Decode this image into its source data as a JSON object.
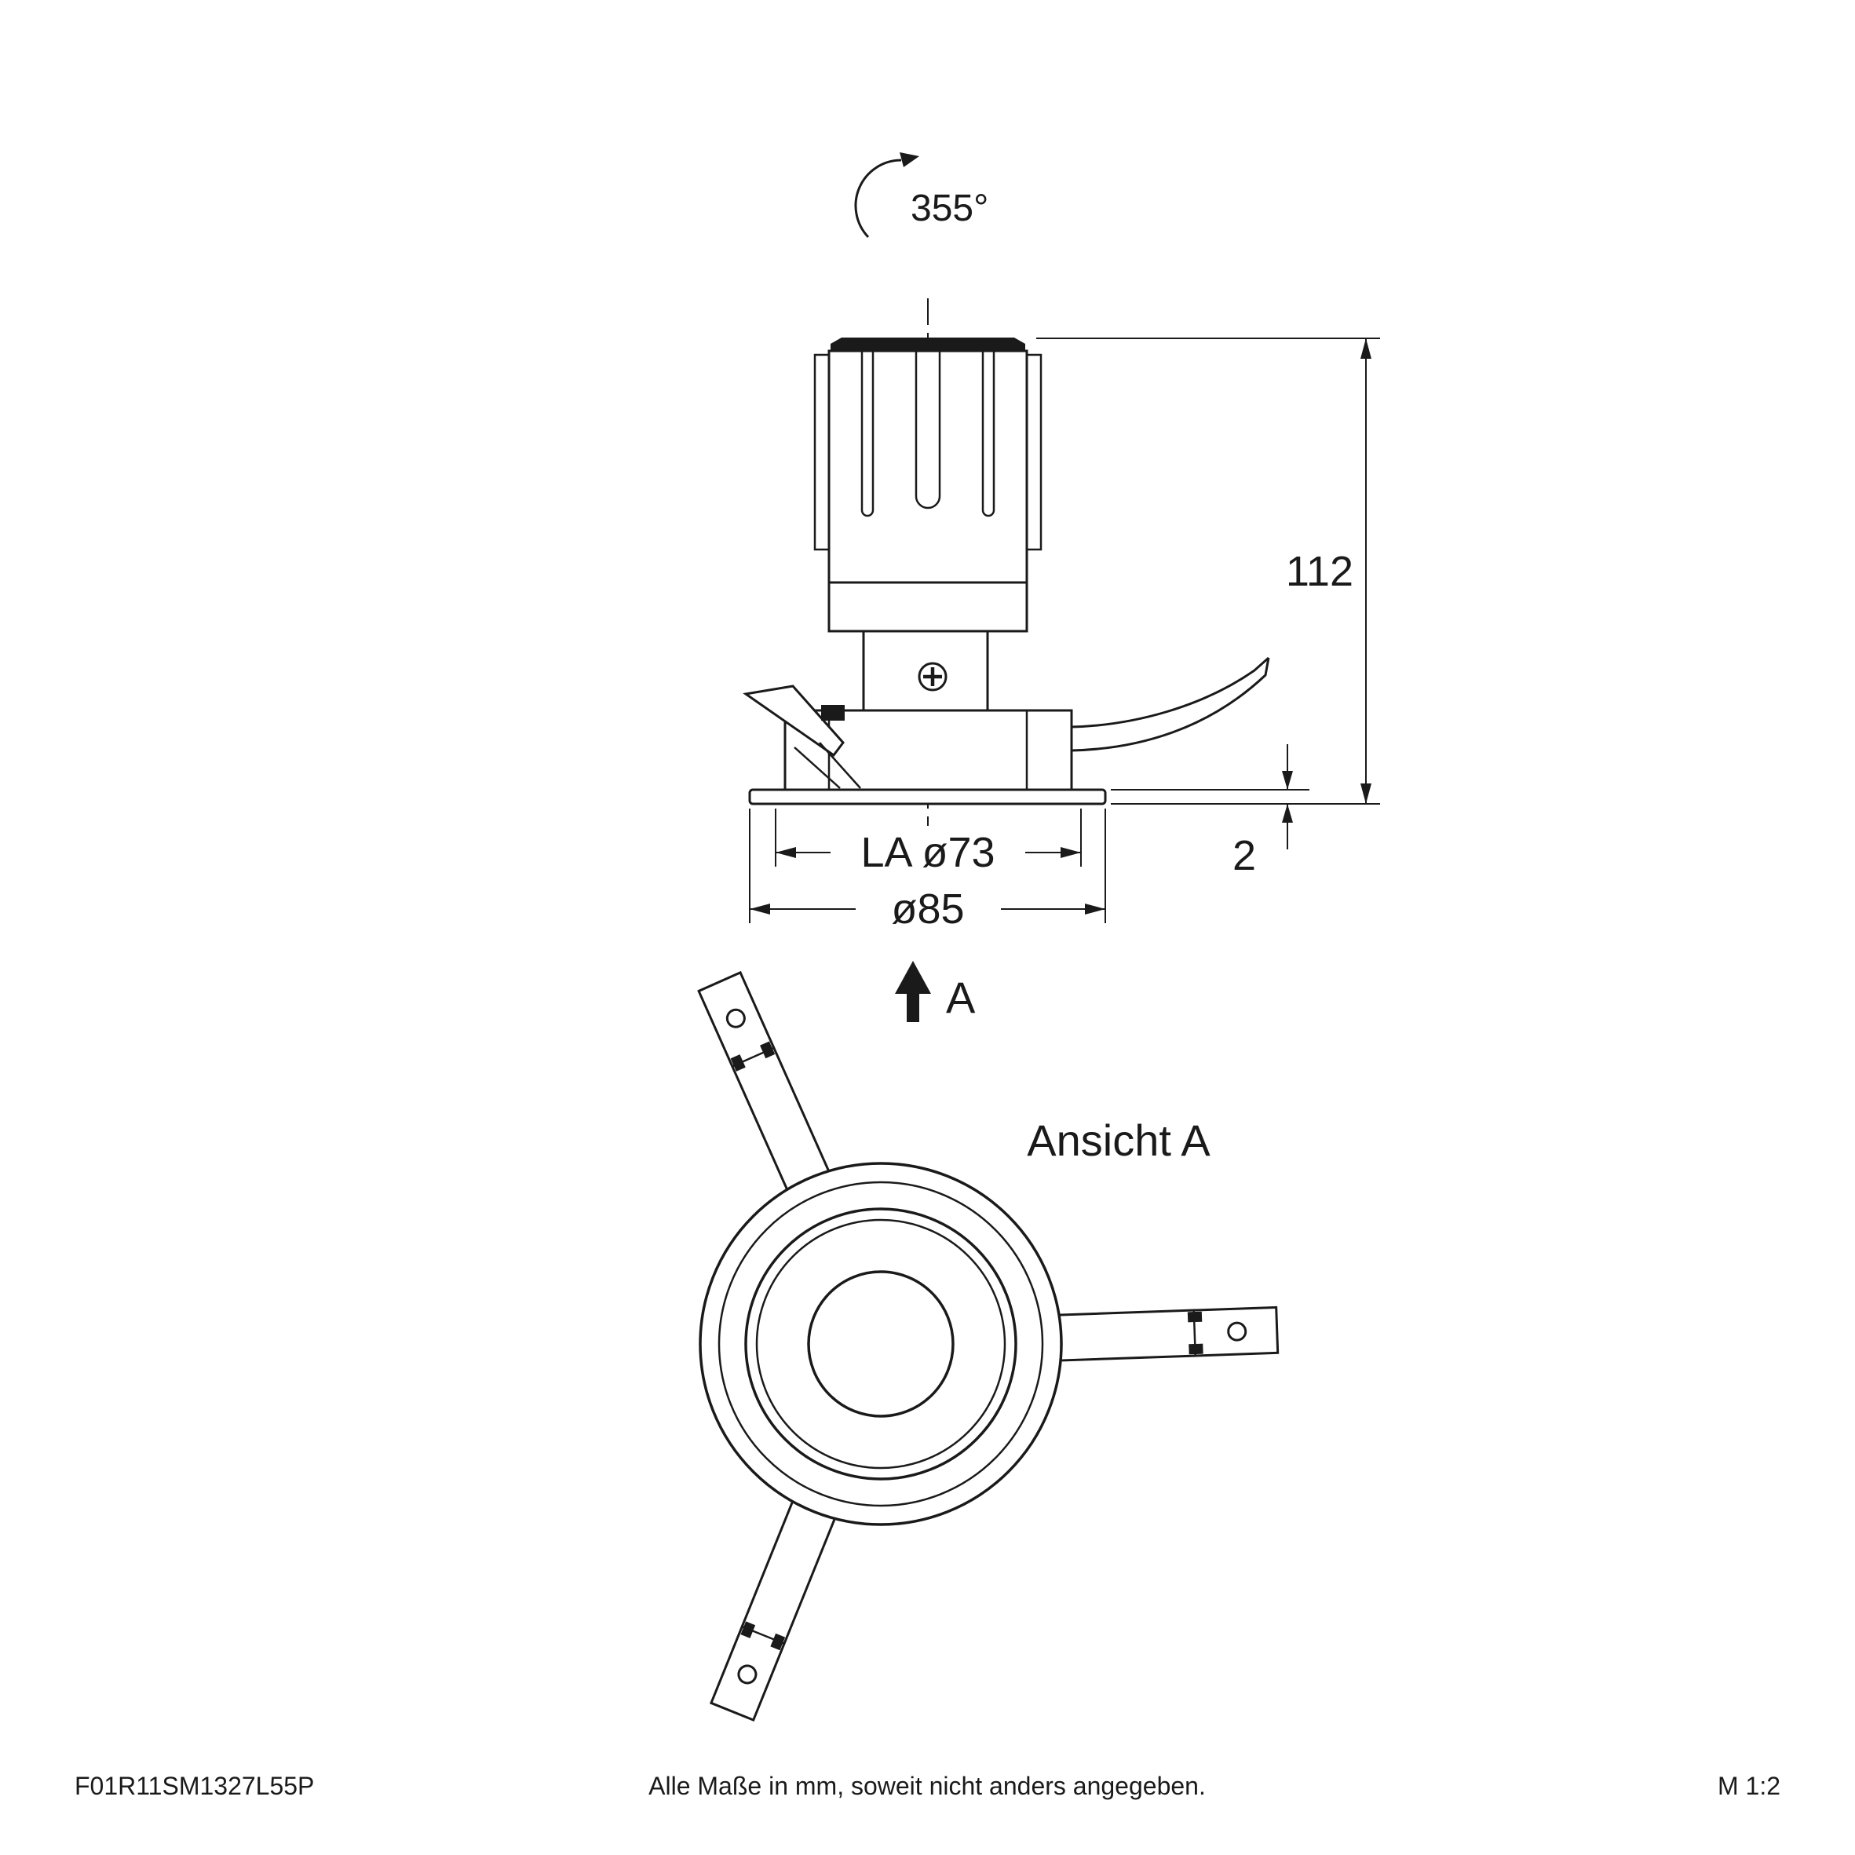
{
  "side_view": {
    "rotation_angle": "355°",
    "dim_height": "112",
    "dim_flange_thickness": "2",
    "dim_cutout_diameter": "LA ø73",
    "dim_outer_diameter": "ø85",
    "view_arrow_label": "A"
  },
  "bottom_view": {
    "title": "Ansicht A"
  },
  "footer": {
    "article_number": "F01R11SM1327L55P",
    "note": "Alle Maße in mm, soweit nicht anders angegeben.",
    "scale": "M 1:2"
  },
  "colors": {
    "ink": "#1a1a1a",
    "background": "#ffffff"
  }
}
